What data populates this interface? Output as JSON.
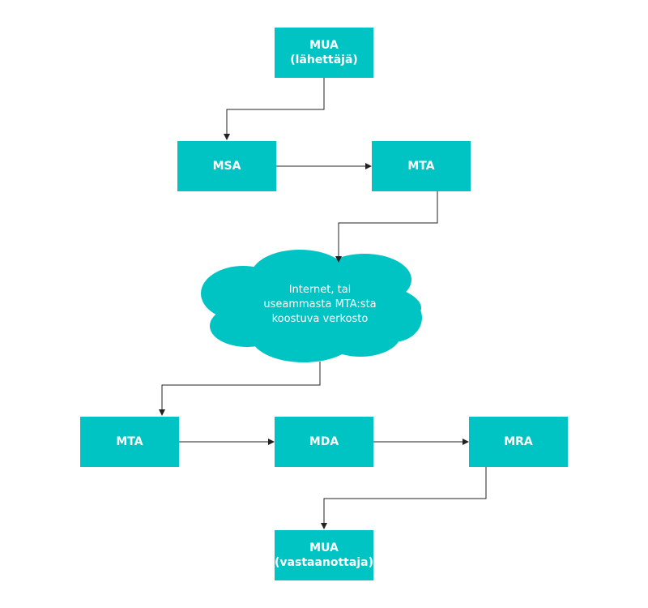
{
  "colors": {
    "node_fill": "#00c4c4",
    "node_text": "#ffffff",
    "edge": "#222222",
    "background": "#ffffff"
  },
  "nodes": {
    "mua_sender": {
      "line1": "MUA",
      "line2": "(lähettäjä)"
    },
    "msa": {
      "label": "MSA"
    },
    "mta_out": {
      "label": "MTA"
    },
    "internet": {
      "line1": "Internet, tai",
      "line2": "useammasta MTA:sta",
      "line3": "koostuva verkosto"
    },
    "mta_in": {
      "label": "MTA"
    },
    "mda": {
      "label": "MDA"
    },
    "mra": {
      "label": "MRA"
    },
    "mua_receiver": {
      "line1": "MUA",
      "line2": "(vastaanottaja)"
    }
  },
  "edges": [
    {
      "from": "mua_sender",
      "to": "msa"
    },
    {
      "from": "msa",
      "to": "mta_out"
    },
    {
      "from": "mta_out",
      "to": "internet"
    },
    {
      "from": "internet",
      "to": "mta_in"
    },
    {
      "from": "mta_in",
      "to": "mda"
    },
    {
      "from": "mda",
      "to": "mra"
    },
    {
      "from": "mra",
      "to": "mua_receiver"
    }
  ]
}
